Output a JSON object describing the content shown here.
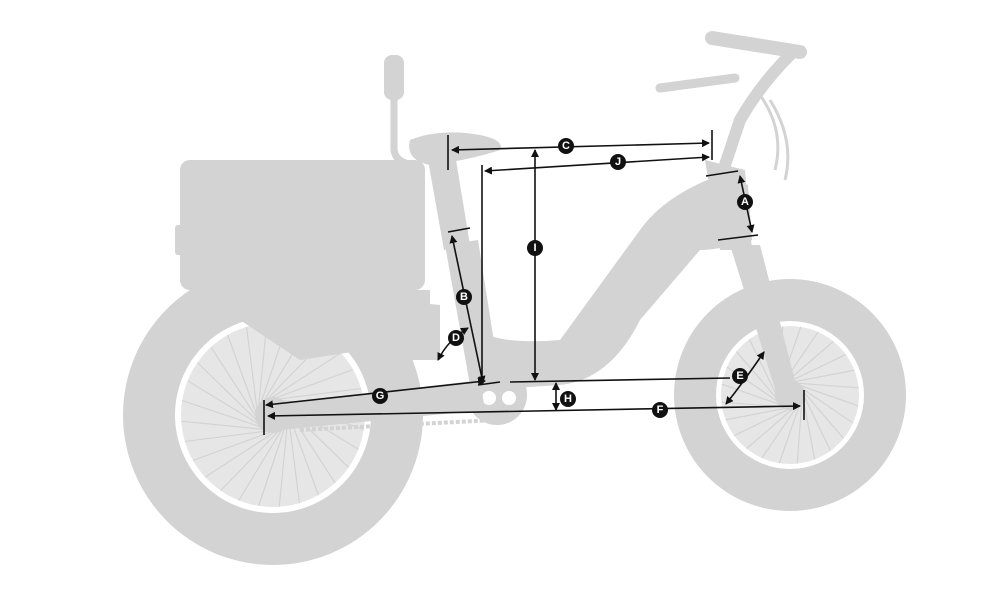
{
  "diagram": {
    "labels": {
      "A": "A",
      "B": "B",
      "C": "C",
      "D": "D",
      "E": "E",
      "F": "F",
      "G": "G",
      "H": "H",
      "I": "I",
      "J": "J"
    },
    "colors": {
      "bike_silhouette": "#d3d3d3",
      "dimension_lines": "#111111",
      "badge_text": "#ffffff",
      "background": "#ffffff"
    }
  }
}
